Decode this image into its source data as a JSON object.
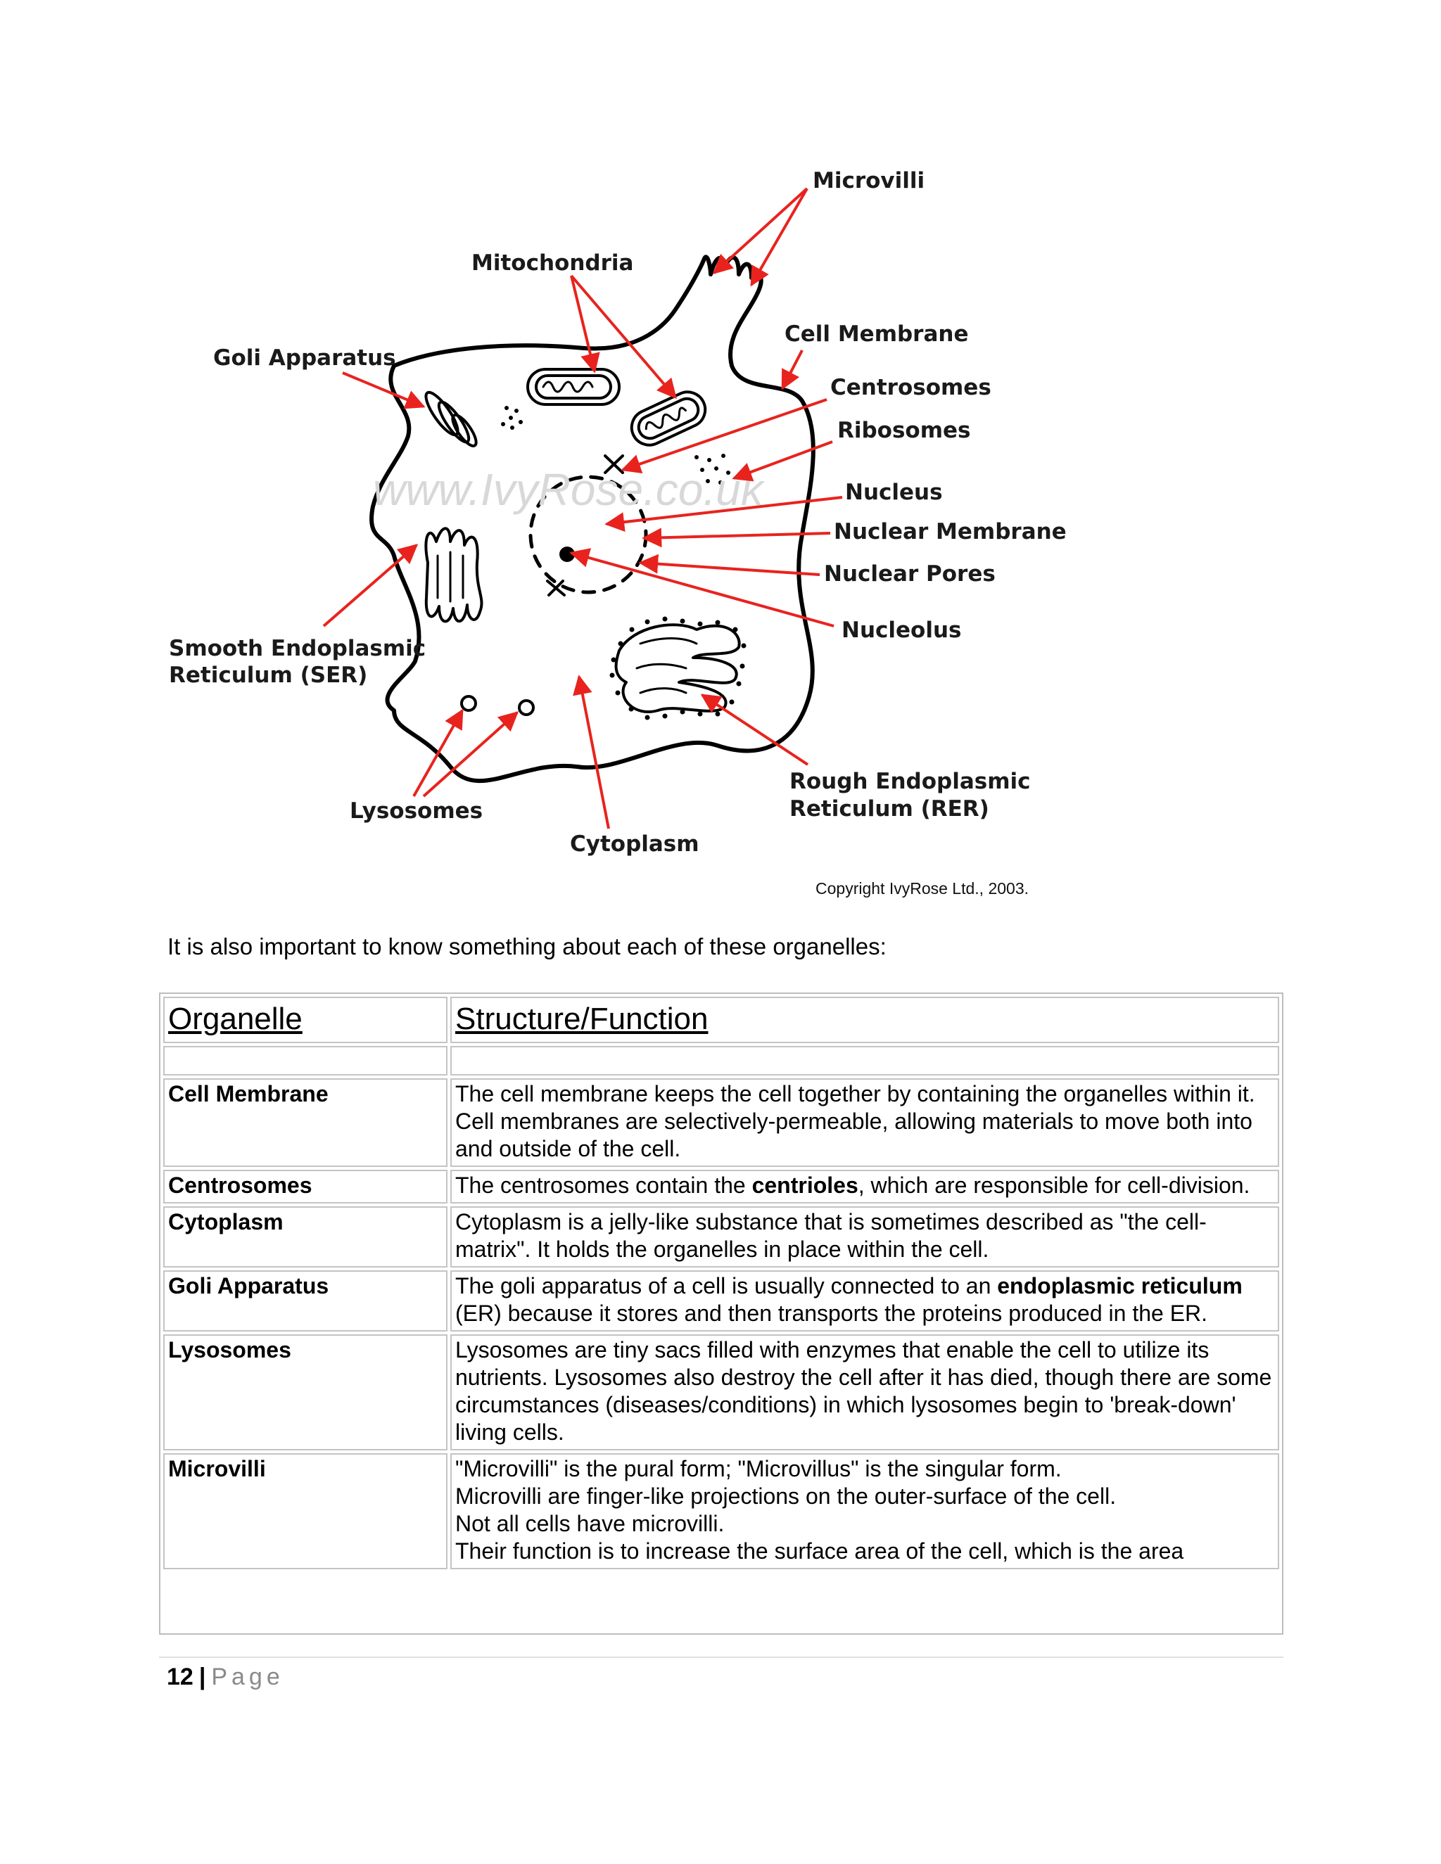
{
  "diagram": {
    "labels": {
      "microvilli": "Microvilli",
      "mitochondria": "Mitochondria",
      "cell_membrane": "Cell Membrane",
      "goli_apparatus": "Goli Apparatus",
      "centrosomes": "Centrosomes",
      "ribosomes": "Ribosomes",
      "nucleus": "Nucleus",
      "nuclear_membrane": "Nuclear Membrane",
      "nuclear_pores": "Nuclear Pores",
      "nucleolus": "Nucleolus",
      "ser_line1": "Smooth Endoplasmic",
      "ser_line2": "Reticulum (SER)",
      "rer_line1": "Rough Endoplasmic",
      "rer_line2": "Reticulum (RER)",
      "lysosomes": "Lysosomes",
      "cytoplasm": "Cytoplasm"
    },
    "watermark": "www.IvyRose.co.uk",
    "copyright": "Copyright IvyRose Ltd., 2003.",
    "arrow_color": "#e8231e"
  },
  "intro_text": "It is also important to know something about each of these organelles:",
  "table": {
    "header_organelle": "Organelle",
    "header_function": "Structure/Function",
    "rows": [
      {
        "name": "Cell Membrane",
        "desc": "The cell membrane keeps the cell together by containing the organelles within it. Cell membranes are selectively-permeable, allowing materials to move both into and outside of the cell."
      },
      {
        "name": "Centrosomes",
        "desc_a": "The centrosomes contain the ",
        "desc_b": "centrioles",
        "desc_c": ", which are responsible for cell-division."
      },
      {
        "name": "Cytoplasm",
        "desc": "Cytoplasm is a jelly-like substance that is sometimes described as \"the cell-matrix\". It holds the organelles in place within the cell."
      },
      {
        "name": "Goli Apparatus",
        "desc_a": "The goli apparatus of a cell is usually connected to an ",
        "desc_b": "endoplasmic reticulum",
        "desc_c": " (ER) because it stores and then transports the proteins produced in the ER."
      },
      {
        "name": "Lysosomes",
        "desc": "Lysosomes are tiny sacs filled with enzymes that enable the cell to utilize its nutrients. Lysosomes also destroy the cell after it has died, though there are some circumstances (diseases/conditions) in which lysosomes begin to 'break-down' living cells."
      },
      {
        "name": "Microvilli",
        "lines": [
          "\"Microvilli\" is the pural form; \"Microvillus\" is the singular form.",
          "Microvilli are finger-like projections on the outer-surface of the cell.",
          "Not all cells have microvilli.",
          "Their function is to increase the surface area of the cell, which is the area"
        ]
      }
    ]
  },
  "footer": {
    "page_number": "12",
    "separator": "|",
    "page_word": "Page"
  }
}
